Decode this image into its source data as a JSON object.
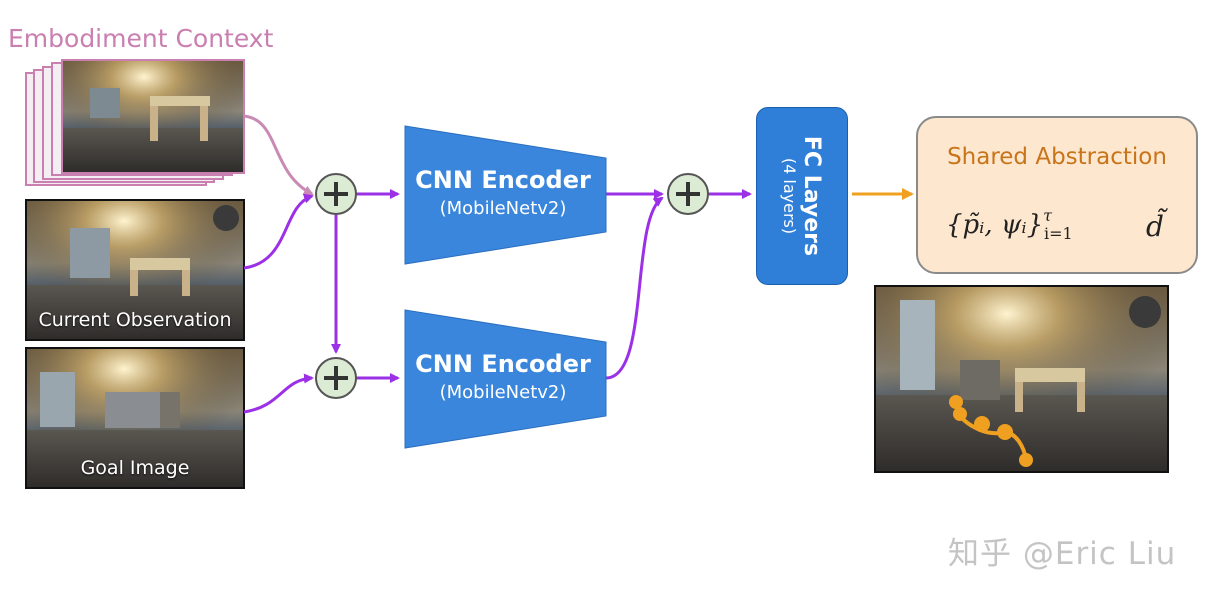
{
  "embodiment": {
    "title": "Embodiment Context"
  },
  "observation": {
    "caption": "Current Observation"
  },
  "goal": {
    "caption": "Goal Image"
  },
  "encoders": [
    {
      "title": "CNN Encoder",
      "subtitle": "(MobileNetv2)"
    },
    {
      "title": "CNN Encoder",
      "subtitle": "(MobileNetv2)"
    }
  ],
  "fc": {
    "title": "FC Layers",
    "subtitle": "(4 layers)"
  },
  "shared": {
    "title": "Shared Abstraction",
    "formula_set": "{p̃ᵢ, ψᵢ}",
    "formula_sup": "τ",
    "formula_sub": "i=1",
    "formula_d": "d̃"
  },
  "watermark": "知乎 @Eric Liu",
  "colors": {
    "context": "#c97fb0",
    "arrow_purple": "#9b30e6",
    "arrow_pink": "#c98ab4",
    "encoder_blue": "#3a86dc",
    "output_orange": "#f0a020",
    "shared_fill": "#fde8cf",
    "plus_fill": "#dcebd4"
  }
}
